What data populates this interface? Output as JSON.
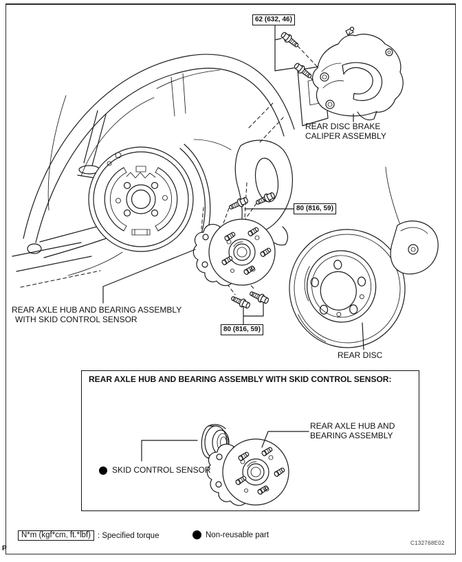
{
  "figure": {
    "code": "C132768E02",
    "page_marker": "P"
  },
  "torque_callouts": {
    "caliper_bolts": "62 (632, 46)",
    "hub_bolts_upper": "80 (816, 59)",
    "hub_bolts_lower": "80 (816, 59)"
  },
  "part_labels": {
    "caliper_line1": "REAR DISC BRAKE",
    "caliper_line2": "CALIPER ASSEMBLY",
    "hub_line1": "REAR AXLE HUB AND BEARING ASSEMBLY",
    "hub_line2": "WITH SKID CONTROL SENSOR",
    "disc": "REAR DISC"
  },
  "inset": {
    "title": "REAR AXLE HUB AND BEARING ASSEMBLY WITH SKID CONTROL SENSOR:",
    "sensor_label": "SKID CONTROL SENSOR",
    "hub_line1": "REAR AXLE HUB AND",
    "hub_line2": "BEARING ASSEMBLY"
  },
  "legend": {
    "torque_symbol": "N*m (kgf*cm, ft.*lbf)",
    "torque_meaning": ": Specified torque",
    "non_reusable_meaning": "Non-reusable part"
  },
  "colors": {
    "line": "#1b1b1b",
    "background": "#ffffff"
  }
}
